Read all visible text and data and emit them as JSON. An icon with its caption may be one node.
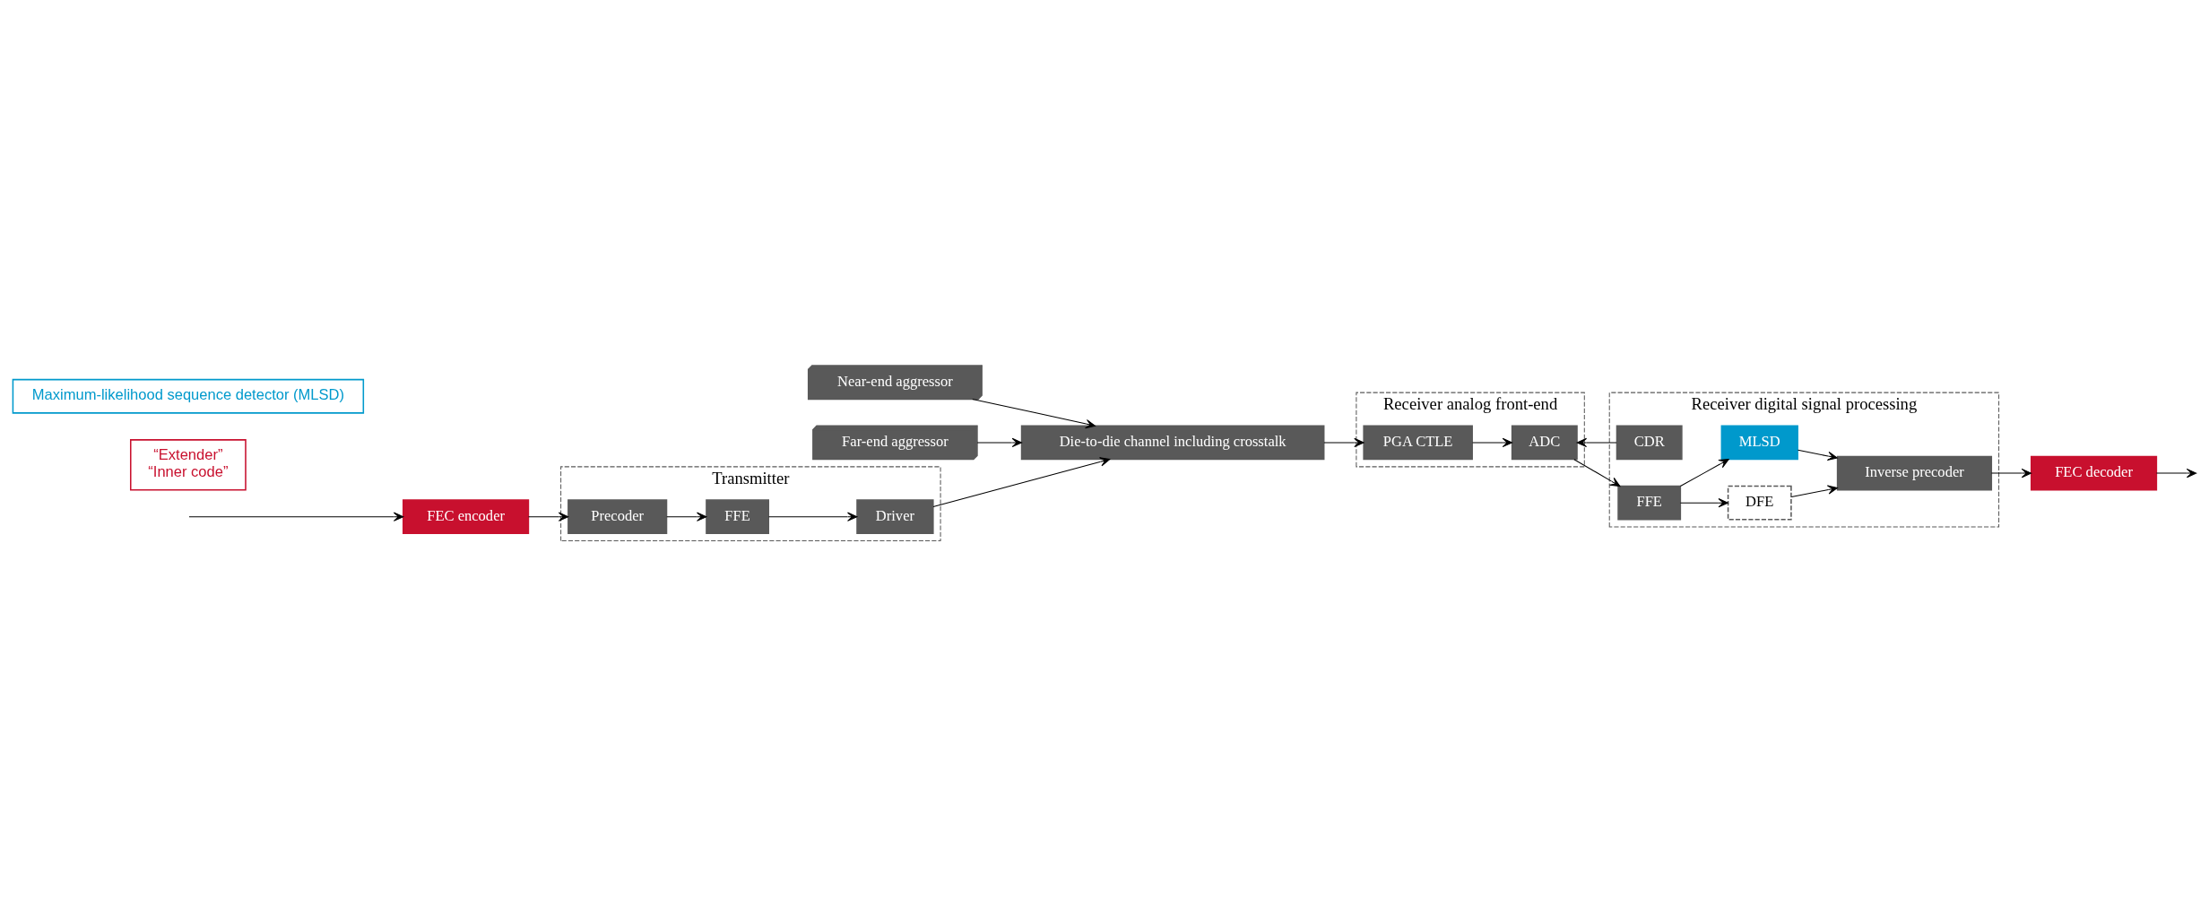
{
  "diagram": {
    "nodes": [
      {
        "text": [
          "Transmitter"
        ]
      },
      {
        "text": [
          "FEC encoder"
        ]
      },
      {
        "text": [
          "Precoder"
        ],
        "in": 0
      },
      {
        "text": [
          "FFE"
        ],
        "in": 0
      },
      {
        "text": [
          "Driver"
        ],
        "in": 0
      },
      {
        "text": [
          "“Extender”",
          "“Inner code”"
        ]
      },
      {
        "text": [
          "Near-end aggressor"
        ]
      },
      {
        "text": [
          "Die-to-die channel including crosstalk"
        ]
      },
      {
        "text": [
          "Far-end aggressor"
        ]
      },
      {
        "text": [
          "Receiver analog front-end"
        ]
      },
      {
        "text": [
          "PGA CTLE"
        ],
        "in": 9
      },
      {
        "text": [
          "ADC"
        ],
        "in": 9
      },
      {
        "text": [
          "Receiver digital signal processing"
        ]
      },
      {
        "text": [
          "CDR"
        ],
        "in": 12
      },
      {
        "text": [
          "FFE"
        ],
        "in": 12
      },
      {
        "text": [
          "DFE"
        ],
        "in": 12
      },
      {
        "text": [
          "MLSD"
        ],
        "in": 12
      },
      {
        "text": [
          "Inverse precoder"
        ],
        "in": 12
      },
      {
        "text": [
          "FEC decoder"
        ]
      },
      {
        "text": [
          "Maximum-likelihood sequence detector (MLSD)"
        ]
      }
    ],
    "edges": [
      {
        "from": null,
        "to": 1,
        "arrow": "to"
      },
      {
        "from": 1,
        "to": 2,
        "arrow": "to"
      },
      {
        "from": 2,
        "to": 3,
        "arrow": "to"
      },
      {
        "from": 3,
        "to": 4,
        "arrow": "to"
      },
      {
        "from": 4,
        "to": 7,
        "arrow": "to"
      },
      {
        "from": 6,
        "to": 7,
        "arrow": "to"
      },
      {
        "from": 8,
        "to": 7,
        "arrow": "to"
      },
      {
        "from": 7,
        "to": 10,
        "arrow": "to"
      },
      {
        "from": 10,
        "to": 11,
        "arrow": "to"
      },
      {
        "from": 13,
        "to": 11,
        "arrow": "to"
      },
      {
        "from": 11,
        "to": 14,
        "arrow": "to"
      },
      {
        "from": 14,
        "to": 15,
        "arrow": "to"
      },
      {
        "from": 14,
        "to": 16,
        "arrow": "to"
      },
      {
        "from": 15,
        "to": 17,
        "arrow": "to"
      },
      {
        "from": 16,
        "to": 17,
        "arrow": "to"
      },
      {
        "from": 17,
        "to": 18,
        "arrow": "to"
      },
      {
        "from": 18,
        "to": null,
        "arrow": "to"
      }
    ]
  }
}
